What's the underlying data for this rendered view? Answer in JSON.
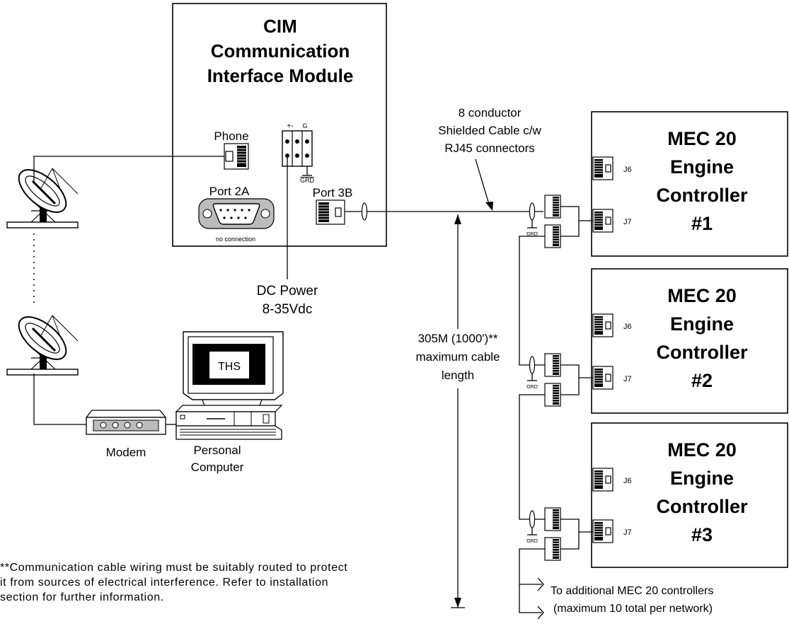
{
  "cim": {
    "title_lines": [
      "CIM",
      "Communication",
      "Interface Module"
    ],
    "phone_label": "Phone",
    "power_terminal_labels": [
      "+-",
      "G"
    ],
    "grd_label": "GRD",
    "port2a_label": "Port 2A",
    "port2a_note": "no connection",
    "port3b_label": "Port 3B"
  },
  "power": {
    "lines": [
      "DC Power",
      "8-35Vdc"
    ]
  },
  "cable": {
    "label_lines": [
      "8 conductor",
      "Shielded Cable c/w",
      "RJ45 connectors"
    ],
    "length_lines": [
      "305M (1000')**",
      "maximum cable",
      "length"
    ]
  },
  "controllers": [
    {
      "lines": [
        "MEC 20",
        "Engine",
        "Controller",
        "#1"
      ],
      "j6": "J6",
      "j7": "J7"
    },
    {
      "lines": [
        "MEC 20",
        "Engine",
        "Controller",
        "#2"
      ],
      "j6": "J6",
      "j7": "J7"
    },
    {
      "lines": [
        "MEC 20",
        "Engine",
        "Controller",
        "#3"
      ],
      "j6": "J6",
      "j7": "J7"
    }
  ],
  "computer": {
    "screen_text": "THS",
    "label_lines": [
      "Personal",
      "Computer"
    ]
  },
  "modem": {
    "label": "Modem"
  },
  "additional": {
    "lines": [
      "To additional MEC 20 controllers",
      "(maximum 10 total per network)"
    ]
  },
  "footnote": "**Communication cable wiring must be suitably routed to protect it from sources of electrical interference.  Refer to installation section for further information."
}
